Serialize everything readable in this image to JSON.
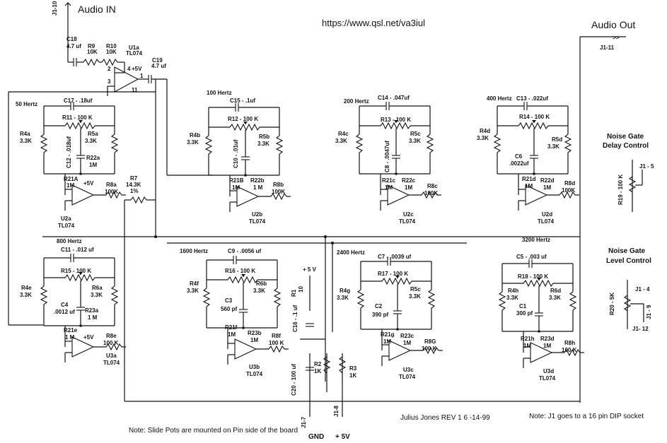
{
  "header": {
    "audio_in": "Audio IN",
    "audio_out": "Audio Out",
    "url": "https://www.qsl.net/va3iul",
    "j1_10": "J1-10",
    "j1_11": "J1-11"
  },
  "input_stage": {
    "c18": "C18",
    "c18_val": "4.7 uf",
    "r9": "R9",
    "r9_val": "10K",
    "r10": "R10",
    "r10_val": "10K",
    "u1a": "U1a",
    "u1a_part": "TL074",
    "c19": "C19",
    "c19_val": "4.7 uf",
    "plus5v": "+5V",
    "pin2": "2",
    "pin3": "3",
    "pin4": "4",
    "pin1": "1",
    "pin11": "11"
  },
  "bands": [
    {
      "freq": "50 Hertz",
      "cap": "C17 - .18uf",
      "pot": "R11 - 100 K",
      "ra": "R4a",
      "ra_val": "3.3K",
      "rb": "R5a",
      "rb_val": "3.3K",
      "c2": "C12 - .018uf",
      "r21": "R21A",
      "r22": "R22a",
      "r22_val": "1M",
      "r8": "R8a",
      "r8_val": "100K",
      "u": "U2a",
      "part": "TL074",
      "rm": "1M"
    },
    {
      "freq": "100 Hertz",
      "cap": "C15 - .1uf",
      "pot": "R12 - 100 K",
      "ra": "R4b",
      "ra_val": "3.3K",
      "rb": "R5b",
      "rb_val": "3.3K",
      "c2": "C10 - .01uf",
      "r21": "R21B",
      "r22": "R22b",
      "r22_val": "1 M",
      "r8": "R8b",
      "r8_val": "100K",
      "u": "U2b",
      "part": "TL074",
      "rm": "1M"
    },
    {
      "freq": "200 Hertz",
      "cap": "C14 - .047uf",
      "pot": "R13 - 100 K",
      "ra": "R4c",
      "ra_val": "3.3K",
      "rb": "R5c",
      "rb_val": "3.3K",
      "c2": "C8 - .0047uf",
      "r21": "R21c",
      "r22": "R22c",
      "r22_val": "1M",
      "r8": "R8c",
      "r8_val": "100K",
      "u": "U2c",
      "part": "TL074",
      "rm": "1M"
    },
    {
      "freq": "400 Hertz",
      "cap": "C13 - .022uf",
      "pot": "R14 - 100 K",
      "ra": "R4d",
      "ra_val": "3.3K",
      "rb": "R5d",
      "rb_val": "3.3K",
      "c2": "C6",
      "c2_val": ".0022uf",
      "r21": "R21d",
      "r22": "R22d",
      "r22_val": "1M",
      "r8": "R8d",
      "r8_val": "100K",
      "u": "U2d",
      "part": "TL074",
      "rm": "1M"
    },
    {
      "freq": "800 Hertz",
      "cap": "C11 - .012 uf",
      "pot": "R15 - 100 K",
      "ra": "R4e",
      "ra_val": "3.3K",
      "rb": "R6a",
      "rb_val": "3.3K",
      "c2": "C4",
      "c2_val": ".0012 uf",
      "r21": "R21e",
      "r22": "R23a",
      "r22_val": "1 M",
      "r8": "R8e",
      "r8_val": "100 K",
      "u": "U3a",
      "part": "TL074",
      "rm": "1 M"
    },
    {
      "freq": "1600 Hertz",
      "cap": "C9 - .0056 uf",
      "pot": "R16 - 100 K",
      "ra": "R4f",
      "ra_val": "3.3K",
      "rb": "R6b",
      "rb_val": "3.3K",
      "c2": "C3",
      "c2_val": "560 pf",
      "r21": "R21f",
      "r22": "R23b",
      "r22_val": "1M",
      "r8": "R8f",
      "r8_val": "100 K",
      "u": "U3b",
      "part": "TL074",
      "rm": "1M"
    },
    {
      "freq": "2400 Hertz",
      "cap": "C7 - .0039 uf",
      "pot": "R17 - 100 K",
      "ra": "R4g",
      "ra_val": "3.3K",
      "rb": "R5c",
      "rb_val": "3.3K",
      "c2": "C2",
      "c2_val": "390 pf",
      "r21": "R21g",
      "r22": "R23c",
      "r22_val": "1M",
      "r8": "R8G",
      "r8_val": "100 K",
      "u": "U3c",
      "part": "TL074",
      "rm": "1M"
    },
    {
      "freq": "3200 Hertz",
      "cap": "C5 - .003 uf",
      "pot": "R18 - 100 K",
      "ra": "R4h",
      "ra_val": "3.3K",
      "rb": "R6d",
      "rb_val": "3.3K",
      "c2": "C1",
      "c2_val": "300 pf",
      "r21": "R21h",
      "r22": "R23d",
      "r22_val": "1M",
      "r8": "R8h",
      "r8_val": "100 K",
      "u": "U3d",
      "part": "TL074",
      "rm": "1M"
    }
  ],
  "mixer": {
    "r7": "R7",
    "r7_val": "14.3K",
    "r7_tol": "1%",
    "plus5v": "+5V"
  },
  "power": {
    "plus5v": "+ 5 V",
    "r1": "R1",
    "r1_val": "10",
    "c16": "C16 - .1 uf",
    "c20": "C20 - 100 uf",
    "r2": "R2",
    "r2_val": "1K",
    "r3": "R3",
    "r3_val": "1K",
    "j1_7": "J1-7",
    "gnd": "GND",
    "j1_8": "J1-8",
    "v5": "+ 5V"
  },
  "noise_gate": {
    "delay_title_1": "Noise Gate",
    "delay_title_2": "Delay Control",
    "r19": "R19 - 100 K",
    "j1_5": "J1 - 5",
    "level_title_1": "Noise Gate",
    "level_title_2": "Level Control",
    "r20": "R20 - 5K",
    "j1_4": "J1 - 4",
    "j1_9": "J1 - 9",
    "j1_12": "J1- 12"
  },
  "footer": {
    "credit": "Julius Jones  REV 1  6 -14-99",
    "note_j1": "Note: J1 goes to a 16 pin DIP socket",
    "note_pots": "Note:  Slide Pots are mounted on Pin side of the board"
  }
}
